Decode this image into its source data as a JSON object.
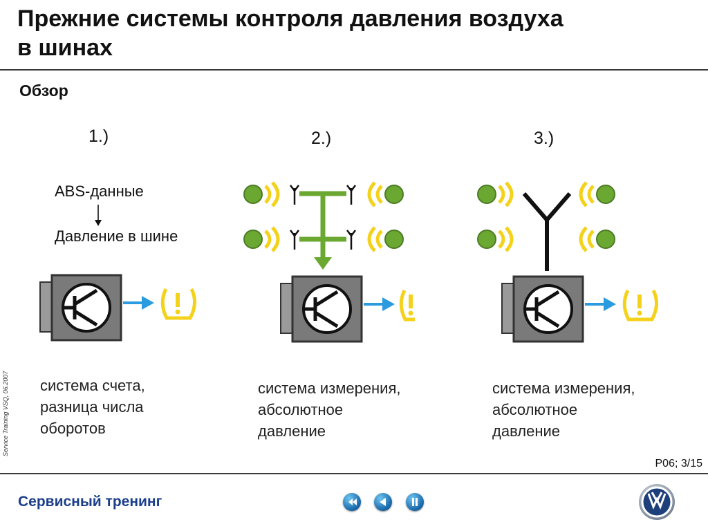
{
  "header": {
    "title_line1": "Прежние системы контроля давления воздуха",
    "title_line2": "в шинах"
  },
  "section_title": "Обзор",
  "systems": [
    {
      "number": "1.)",
      "abs_label": "ABS-данные",
      "pressure_label": "Давление в шине",
      "description": [
        "система счета,",
        "разница числа",
        "оборотов"
      ]
    },
    {
      "number": "2.)",
      "description": [
        "система измерения,",
        "абсолютное",
        "давление"
      ]
    },
    {
      "number": "3.)",
      "description": [
        "система измерения,",
        "абсолютное",
        "давление"
      ]
    }
  ],
  "side_caption": "Service Training VSQ, 06.2007",
  "page_number": "P06; 3/15",
  "footer": {
    "brand_text": "Сервисный тренинг"
  },
  "nav": [
    {
      "name": "first-page",
      "icon": "skip-back-icon"
    },
    {
      "name": "previous-page",
      "icon": "play-back-icon"
    },
    {
      "name": "pause",
      "icon": "pause-icon"
    }
  ],
  "colors": {
    "sensor_green": "#6aa832",
    "wave_yellow": "#f4d21c",
    "arrow_blue": "#2b9be0",
    "footer_text": "#1c3f8c"
  }
}
